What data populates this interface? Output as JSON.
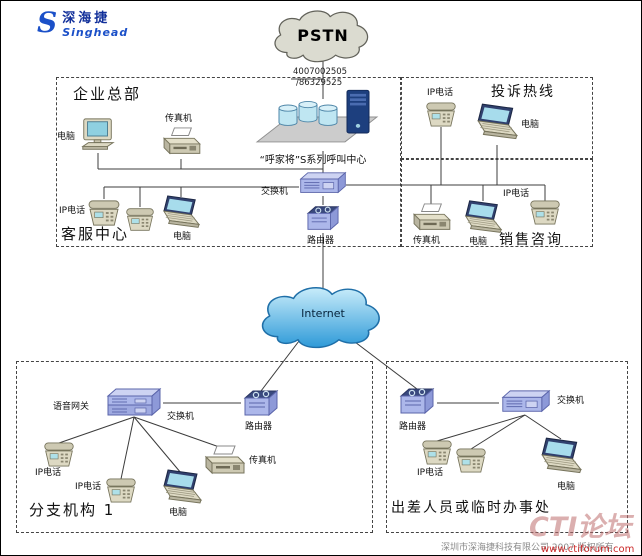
{
  "logo": {
    "brand_cn": "深海捷",
    "brand_en": "Singhead"
  },
  "clouds": {
    "pstn": "PSTN",
    "internet": "Internet"
  },
  "call_center": {
    "number_line1": "4007002505",
    "number_line2": "/86329525",
    "caption": "“呼家将”S系列呼叫中心"
  },
  "device_labels": {
    "computer": "电脑",
    "fax": "传真机",
    "ip_phone": "IP电话",
    "switch": "交换机",
    "router": "路由器",
    "voice_gateway": "语音网关"
  },
  "groups": {
    "hq_title": "企业总部",
    "service_title": "客服中心",
    "complaint_title": "投诉热线",
    "sales_title": "销售咨询",
    "branch_title": "分支机构 1",
    "mobile_title": "出差人员或临时办事处"
  },
  "footer": {
    "copyright": "深圳市深海捷科技有限公司 2007 版权所有",
    "watermark_text": "CTI论坛",
    "watermark_url": "www.ctiforum.com"
  },
  "colors": {
    "device_purple": "#acb7ea",
    "server_navy": "#1d3f7e",
    "internet_blue": "#2e9ad8",
    "pstn_gray": "#dbdbd0"
  }
}
